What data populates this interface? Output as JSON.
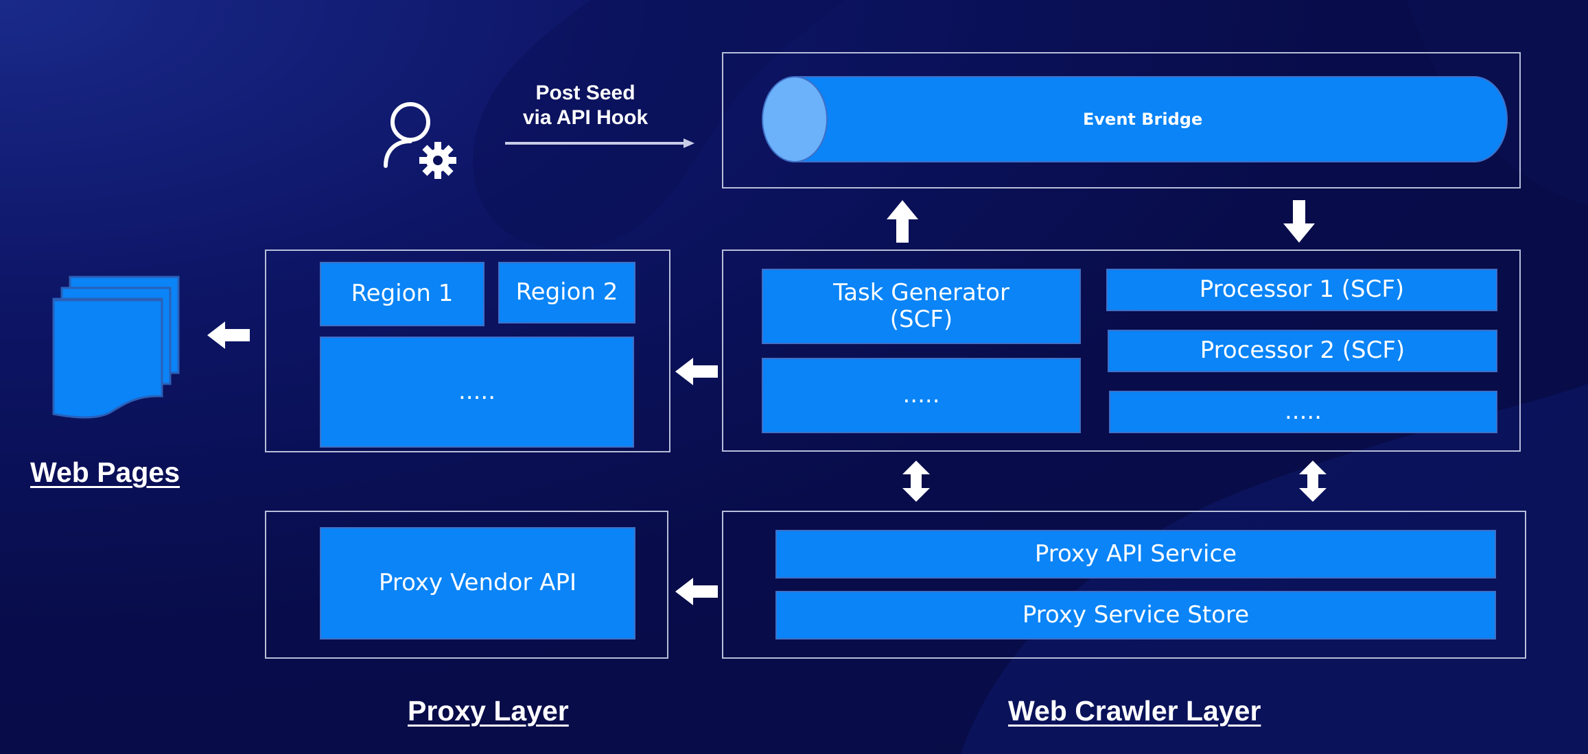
{
  "colors": {
    "background": "#080c4a",
    "box_fill": "#0a84f7",
    "panel_border": "#b8bfd9",
    "text": "#ffffff",
    "arrow": "#ffffff"
  },
  "icons": {
    "admin": "user-gear-icon",
    "web_pages": "stacked-documents-icon"
  },
  "post_seed": {
    "label": "Post Seed\nvia API Hook"
  },
  "event_bridge": {
    "label": "Event  Bridge"
  },
  "web_crawler_top": {
    "task_generator": "Task Generator\n(SCF)",
    "task_more": ".....",
    "processor_1": "Processor 1 (SCF)",
    "processor_2": "Processor 2 (SCF)",
    "processor_more": "....."
  },
  "proxy_top": {
    "region_1": "Region 1",
    "region_2": "Region 2",
    "region_more": "....."
  },
  "proxy_bottom": {
    "vendor_api": "Proxy Vendor API"
  },
  "web_crawler_bottom": {
    "proxy_api_service": "Proxy API Service",
    "proxy_service_store": "Proxy Service Store"
  },
  "labels": {
    "web_pages": "Web Pages",
    "proxy_layer": "Proxy Layer",
    "web_crawler_layer": "Web Crawler Layer"
  }
}
